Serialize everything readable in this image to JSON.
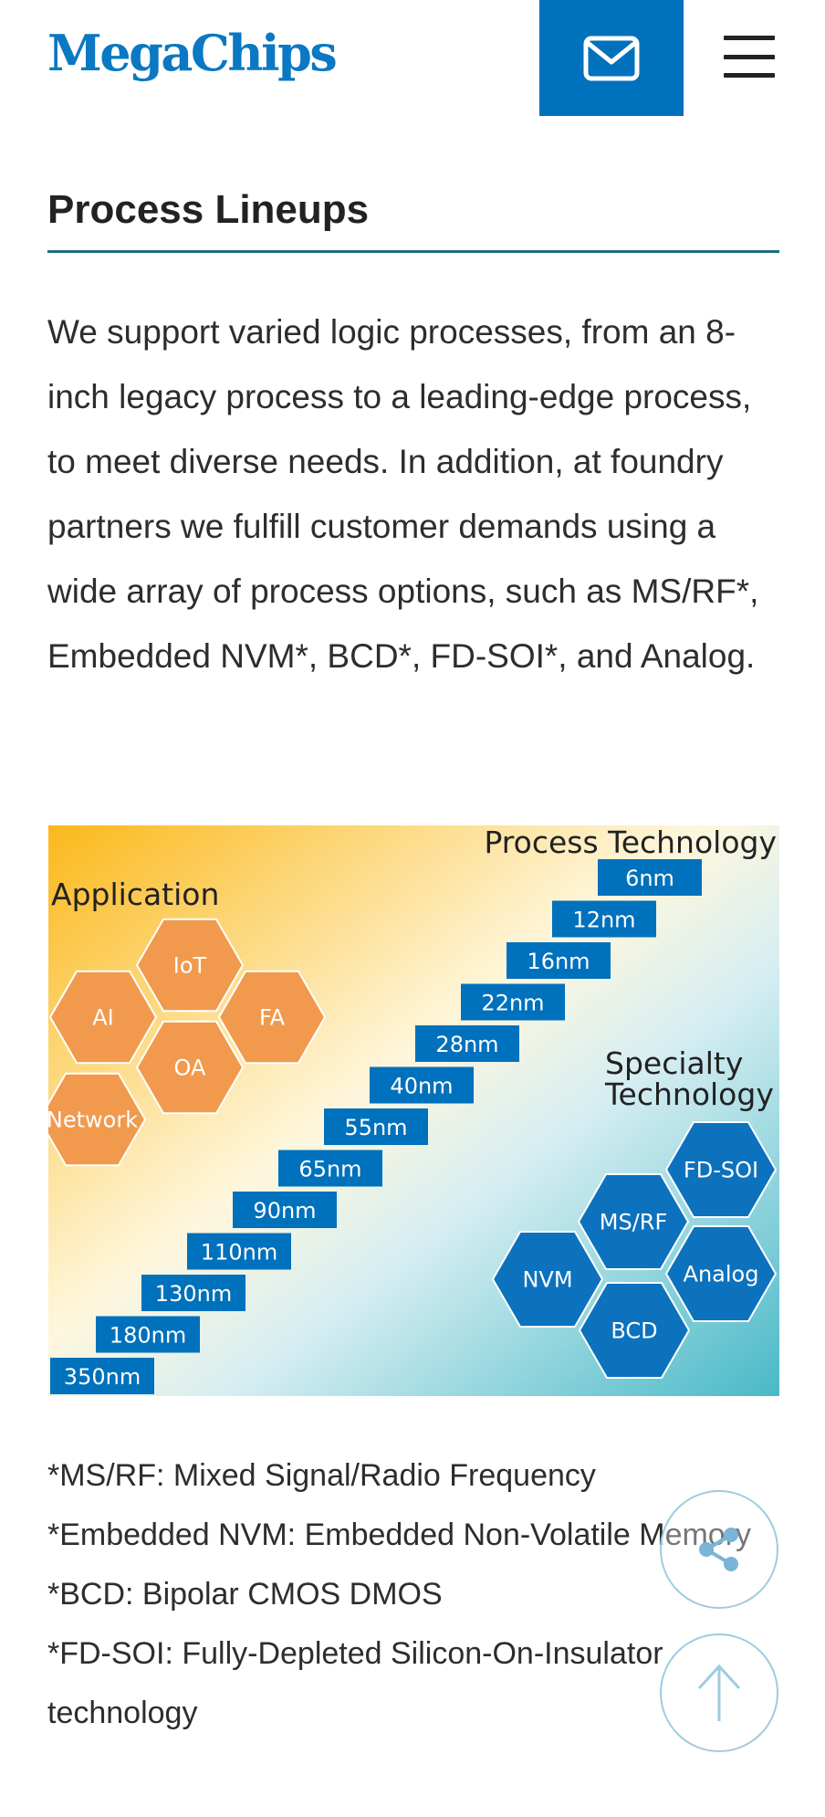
{
  "header": {
    "logo_text": "MegaChips",
    "mail_icon": "envelope-icon",
    "menu_icon": "hamburger-menu-icon"
  },
  "section": {
    "title": "Process Lineups",
    "intro": "We support varied logic processes, from an 8-inch legacy process to a leading-edge process, to meet diverse needs. In addition, at foundry partners we fulfill customer demands using a wide array of process options, such as MS/RF*, Embedded NVM*, BCD*, FD-SOI*, and Analog."
  },
  "diagram": {
    "application_label": "Application",
    "process_label": "Process Technology",
    "specialty_label_line1": "Specialty",
    "specialty_label_line2": "Technology",
    "application_hexes": [
      "IoT",
      "AI",
      "FA",
      "OA",
      "Network"
    ],
    "process_steps": [
      "350nm",
      "180nm",
      "130nm",
      "110nm",
      "90nm",
      "65nm",
      "55nm",
      "40nm",
      "28nm",
      "22nm",
      "16nm",
      "12nm",
      "6nm"
    ],
    "specialty_hexes": [
      "FD-SOI",
      "MS/RF",
      "Analog",
      "NVM",
      "BCD"
    ],
    "colors": {
      "application_hex": "#f19a4e",
      "process_box": "#0071bc",
      "specialty_hex": "#0d72be",
      "gradient_start": "#fbb81a",
      "gradient_end": "#49b9c7"
    }
  },
  "notes": [
    "*MS/RF: Mixed Signal/Radio Frequency",
    "*Embedded NVM: Embedded Non-Volatile Memory",
    "*BCD: Bipolar CMOS DMOS",
    "*FD-SOI: Fully-Depleted Silicon-On-Insulator technology"
  ],
  "floating": {
    "share_icon": "share-icon",
    "back_to_top_icon": "arrow-up-icon"
  },
  "brand_colors": {
    "primary": "#0071bc",
    "rule": "#1d6d80",
    "circle_border": "#9fcbe0"
  }
}
